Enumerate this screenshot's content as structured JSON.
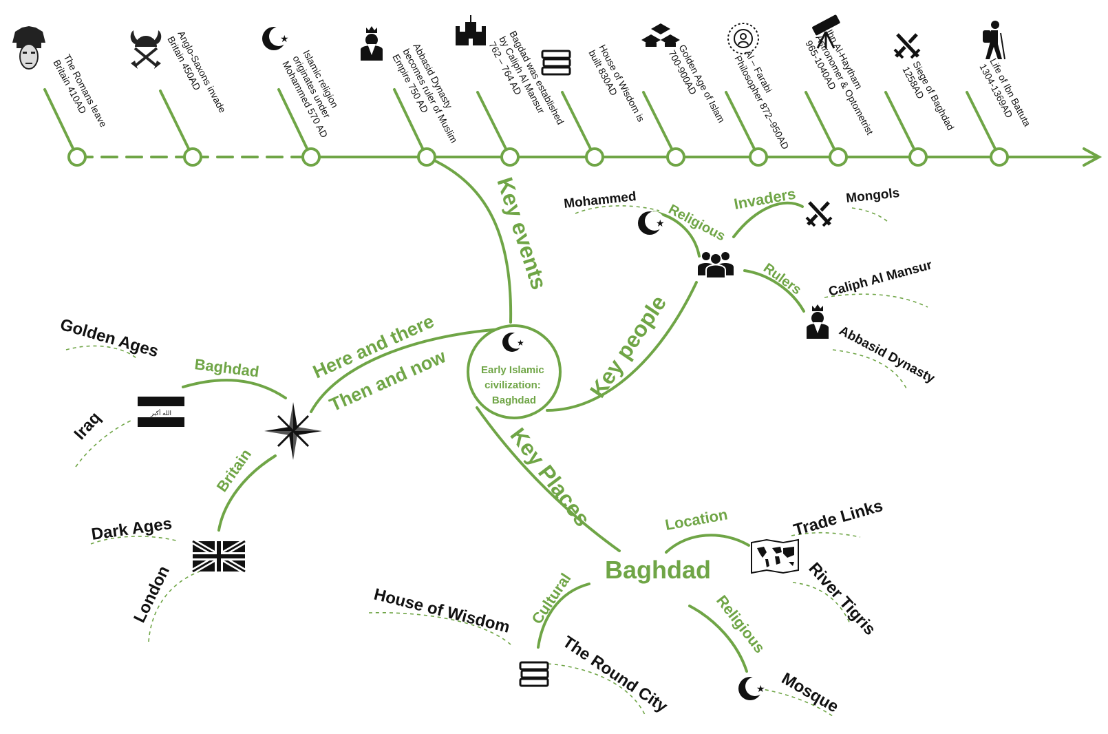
{
  "center": {
    "lines": [
      "Early Islamic",
      "civilization:",
      "Baghdad"
    ]
  },
  "timeline": [
    {
      "lines": [
        "The Romans leave",
        "Britain 410AD"
      ],
      "icon": "roman-helmet-icon"
    },
    {
      "lines": [
        "Anglo-Saxons invade",
        "Britain 450AD"
      ],
      "icon": "viking-helmet-icon"
    },
    {
      "lines": [
        "Islamic religion",
        "originates under",
        "Mohammed 570 AD"
      ],
      "icon": "crescent-star-icon"
    },
    {
      "lines": [
        "Abbasid Dynasty",
        "becomes ruler of Muslim",
        "Empire 750 AD"
      ],
      "icon": "king-icon"
    },
    {
      "lines": [
        "Bagdad was established",
        "by Caliph Al Mansur",
        "762 – 764 AD"
      ],
      "icon": "castle-icon"
    },
    {
      "lines": [
        "House of Wisdom is",
        "built 830AD"
      ],
      "icon": "books-icon"
    },
    {
      "lines": [
        "Golden Age of Islam",
        "700-900AD"
      ],
      "icon": "graduation-caps-icon"
    },
    {
      "lines": [
        "Al – Farabi",
        "Philosopher 872–950AD"
      ],
      "icon": "philosopher-icon"
    },
    {
      "lines": [
        "Ibn Al-Haytham",
        "Astronomer & Optometrist",
        "965-1040AD"
      ],
      "icon": "telescope-icon"
    },
    {
      "lines": [
        "Siege of Baghdad",
        "1258AD"
      ],
      "icon": "crossed-swords-icon"
    },
    {
      "lines": [
        "Life of Ibn Battuta",
        "1304-1369AD"
      ],
      "icon": "traveller-icon"
    }
  ],
  "branches": {
    "key_events": "Key events",
    "key_people": "Key people",
    "key_places": "Key Places",
    "here_and_there": "Here and there",
    "then_and_now": "Then and now"
  },
  "people": {
    "religious": "Religious",
    "invaders": "Invaders",
    "rulers": "Rulers",
    "mohammed": "Mohammed",
    "mongols": "Mongols",
    "caliph": "Caliph Al Mansur",
    "abbasid": "Abbasid Dynasty"
  },
  "places": {
    "baghdad": "Baghdad",
    "location": "Location",
    "cultural": "Cultural",
    "religious": "Religious",
    "trade_links": "Trade Links",
    "river_tigris": "River Tigris",
    "house_of_wisdom": "House of Wisdom",
    "round_city": "The Round City",
    "mosque": "Mosque"
  },
  "compare": {
    "baghdad": "Baghdad",
    "britain": "Britain",
    "golden_ages": "Golden Ages",
    "iraq": "Iraq",
    "dark_ages": "Dark Ages",
    "london": "London",
    "iraq_flag_text": "الله أكبر"
  },
  "colors": {
    "green": "#6fa546",
    "black": "#111111"
  }
}
